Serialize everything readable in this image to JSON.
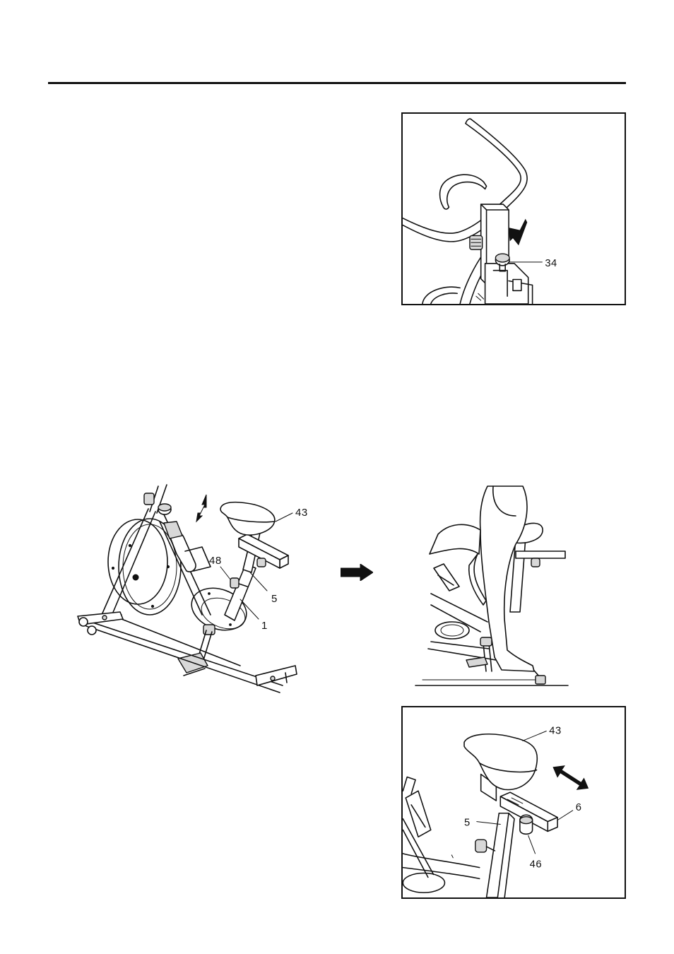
{
  "colors": {
    "line": "#111111",
    "background": "#ffffff",
    "shade": "#d8d8d8"
  },
  "handlebar_panel": {
    "callouts": {
      "knob": "34"
    }
  },
  "bike_figure": {
    "callouts": {
      "seat": "43",
      "lever": "48",
      "seat_post": "5",
      "frame": "1"
    }
  },
  "seat_slide_panel": {
    "callouts": {
      "seat": "43",
      "slide": "6",
      "seat_post": "5",
      "knob": "46"
    }
  },
  "icons": {
    "step_arrow": "arrow-right-icon",
    "adjust_arrow": "double-arrow-icon",
    "push_arrow": "arrow-down-icon"
  }
}
